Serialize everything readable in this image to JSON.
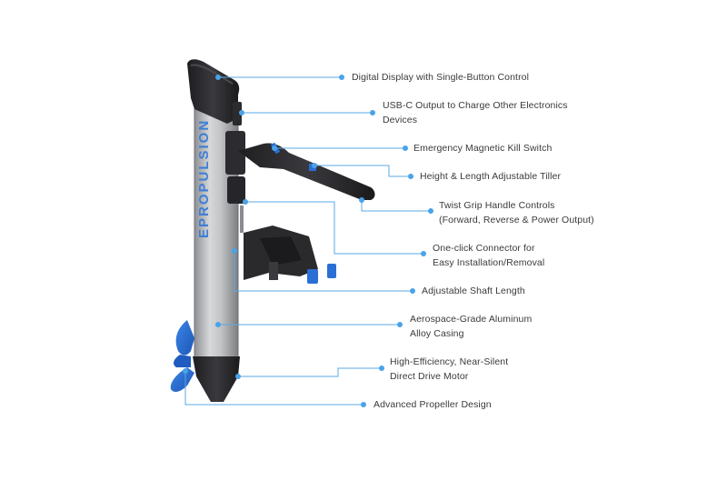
{
  "product": {
    "brand_text": "EPROPULSION"
  },
  "colors": {
    "accent": "#4aa3e8",
    "line": "#5aa9e6",
    "label_text": "#3a3a3a",
    "propeller": "#2a6fd6",
    "casing": "#b8b9bb",
    "dark_part": "#2b2b2e"
  },
  "callouts": [
    {
      "id": "digital-display",
      "lines": [
        "Digital Display with Single-Button Control"
      ]
    },
    {
      "id": "usb-c-output",
      "lines": [
        "USB-C Output to Charge Other Electronics",
        "Devices"
      ]
    },
    {
      "id": "kill-switch",
      "lines": [
        "Emergency Magnetic Kill Switch"
      ]
    },
    {
      "id": "tiller",
      "lines": [
        "Height & Length Adjustable Tiller"
      ]
    },
    {
      "id": "twist-grip",
      "lines": [
        "Twist Grip Handle Controls",
        "(Forward, Reverse & Power Output)"
      ]
    },
    {
      "id": "connector",
      "lines": [
        "One-click Connector for",
        "Easy Installation/Removal"
      ]
    },
    {
      "id": "shaft-length",
      "lines": [
        "Adjustable Shaft Length"
      ]
    },
    {
      "id": "casing",
      "lines": [
        "Aerospace-Grade Aluminum",
        "Alloy Casing"
      ]
    },
    {
      "id": "motor",
      "lines": [
        "High-Efficiency, Near-Silent",
        "Direct Drive Motor"
      ]
    },
    {
      "id": "propeller",
      "lines": [
        "Advanced Propeller Design"
      ]
    }
  ]
}
